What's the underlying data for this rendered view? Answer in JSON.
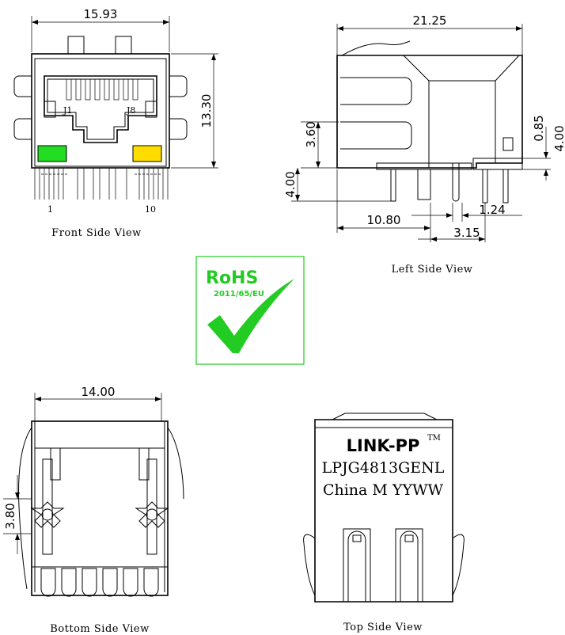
{
  "front_view": {
    "caption": "Front Side View",
    "width_dim": "15.93",
    "height_dim": "13.30",
    "label_j1": "J1",
    "label_j8": "J8",
    "pin_first": "1",
    "pin_last": "10",
    "led_left_color": "#22dd22",
    "led_right_color": "#ffdd00"
  },
  "left_view": {
    "caption": "Left Side View",
    "dim_length": "21.25",
    "dim_360": "3.60",
    "dim_400_left": "4.00",
    "dim_085": "0.85",
    "dim_400_right": "4.00",
    "dim_1080": "10.80",
    "dim_124": "1.24",
    "dim_315": "3.15"
  },
  "rohs": {
    "title": "RoHS",
    "directive": "2011/65/EU",
    "color": "#22cc22"
  },
  "bottom_view": {
    "caption": "Bottom Side View",
    "dim_width": "14.00",
    "dim_380": "3.80"
  },
  "top_view": {
    "caption": "Top Side View",
    "brand": "LINK-PP",
    "tm": "TM",
    "part_number": "LPJG4813GENL",
    "origin_line": "China M YYWW"
  }
}
